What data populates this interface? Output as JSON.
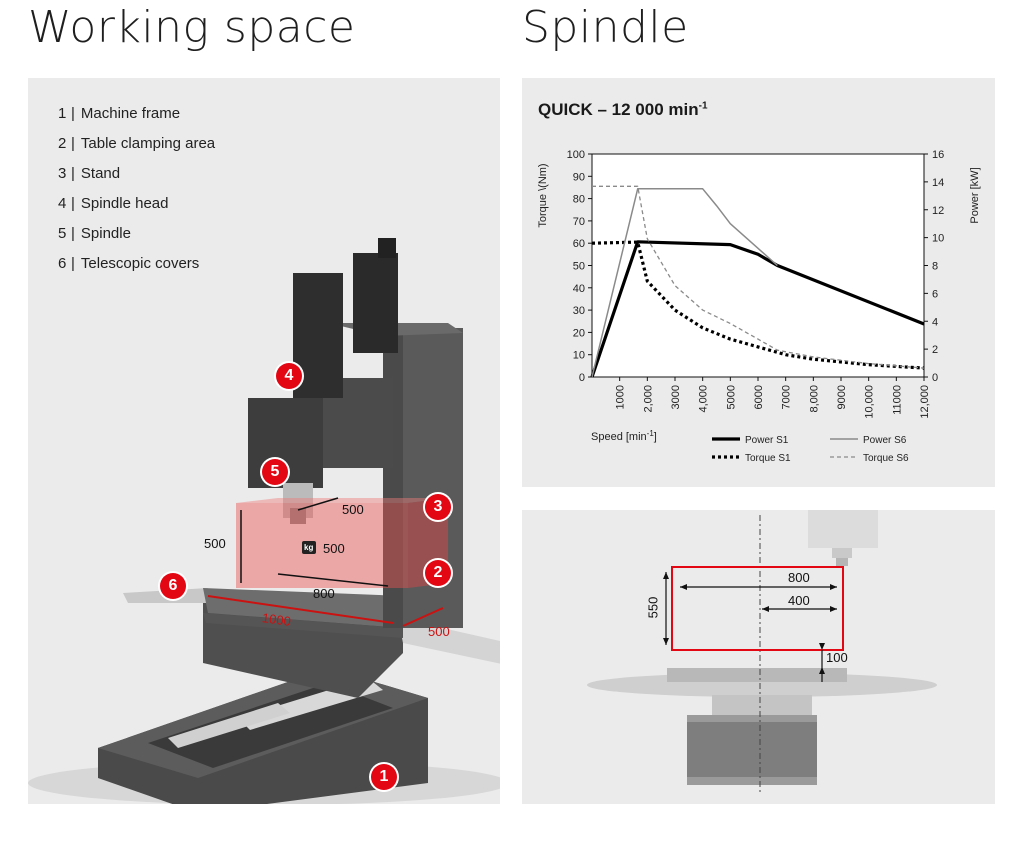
{
  "headings": {
    "working_space": "Working space",
    "spindle": "Spindle"
  },
  "legend": [
    {
      "num": "1",
      "label": "Machine frame"
    },
    {
      "num": "2",
      "label": "Table clamping area"
    },
    {
      "num": "3",
      "label": "Stand"
    },
    {
      "num": "4",
      "label": "Spindle head"
    },
    {
      "num": "5",
      "label": "Spindle"
    },
    {
      "num": "6",
      "label": "Telescopic covers"
    }
  ],
  "badges": [
    "1",
    "2",
    "3",
    "4",
    "5",
    "6"
  ],
  "machine_dims": {
    "height": "500",
    "depth": "500",
    "width": "800",
    "weight": "500",
    "travel_x": "1000",
    "travel_y": "500",
    "kg": "kg"
  },
  "accent_color": "#e30613",
  "chart_title_main": "QUICK – 12 000 min",
  "chart_title_sup": "-1",
  "chart_data": {
    "type": "line",
    "title": "QUICK – 12 000 min-1",
    "xlabel": "Speed [min-1]",
    "ylabel_left": "Torque \\(Nm)",
    "ylabel_right": "Power [kW]",
    "x_ticks": [
      "1000",
      "2,000",
      "3000",
      "4,000",
      "5000",
      "6000",
      "7000",
      "8,000",
      "9000",
      "10,000",
      "11000",
      "12,000"
    ],
    "x_tick_values": [
      1000,
      2000,
      3000,
      4000,
      5000,
      6000,
      7000,
      8000,
      9000,
      10000,
      11000,
      12000
    ],
    "xlim": [
      0,
      12000
    ],
    "y_left_ticks": [
      "0",
      "10",
      "20",
      "30",
      "40",
      "50",
      "60",
      "70",
      "80",
      "90",
      "100"
    ],
    "ylim_left": [
      0,
      100
    ],
    "y_right_ticks": [
      "0",
      "2",
      "4",
      "6",
      "8",
      "10",
      "12",
      "14",
      "16"
    ],
    "ylim_right": [
      0,
      16
    ],
    "series": [
      {
        "name": "Power S1",
        "axis": "right",
        "style": "solid-bold",
        "color": "#000000",
        "x": [
          0,
          1650,
          5000,
          6000,
          6700,
          12000
        ],
        "y": [
          0,
          9.7,
          9.5,
          8.8,
          8.0,
          3.8
        ]
      },
      {
        "name": "Torque S1",
        "axis": "left",
        "style": "dotted-bold",
        "color": "#000000",
        "x": [
          0,
          1650,
          1800,
          2000,
          3000,
          4000,
          5000,
          6000,
          7000,
          8000,
          10000,
          12000
        ],
        "y": [
          60,
          60.5,
          53,
          43,
          30,
          22,
          17,
          13.5,
          10,
          8,
          5.5,
          4
        ]
      },
      {
        "name": "Power S6",
        "axis": "right",
        "style": "solid-thin",
        "color": "#8a8a8a",
        "x": [
          0,
          1650,
          4000,
          4500,
          5000,
          6700
        ],
        "y": [
          0,
          13.5,
          13.5,
          12.3,
          11.0,
          8.0
        ]
      },
      {
        "name": "Torque S6",
        "axis": "left",
        "style": "dashed-thin",
        "color": "#8a8a8a",
        "x": [
          0,
          1650,
          2000,
          3000,
          4000,
          5000,
          6000,
          6700,
          8000,
          10000,
          12000
        ],
        "y": [
          85.5,
          85.5,
          62,
          41,
          30,
          24,
          17,
          12,
          9,
          6,
          4
        ]
      }
    ],
    "legend": [
      "Power S1",
      "Power S6",
      "Torque S1",
      "Torque S6"
    ],
    "legend_position": "bottom-right",
    "grid": false
  },
  "legend_labels": {
    "p1": "Power S1",
    "p6": "Power S6",
    "t1": "Torque S1",
    "t6": "Torque S6"
  },
  "axis_labels": {
    "speed": "Speed [min",
    "speed_sup": "-1",
    "speed_close": "]",
    "torque": "Torque \\(Nm)",
    "power": "Power [kW]"
  },
  "spindle_dims": {
    "width": "800",
    "half": "400",
    "height": "550",
    "clearance": "100"
  }
}
